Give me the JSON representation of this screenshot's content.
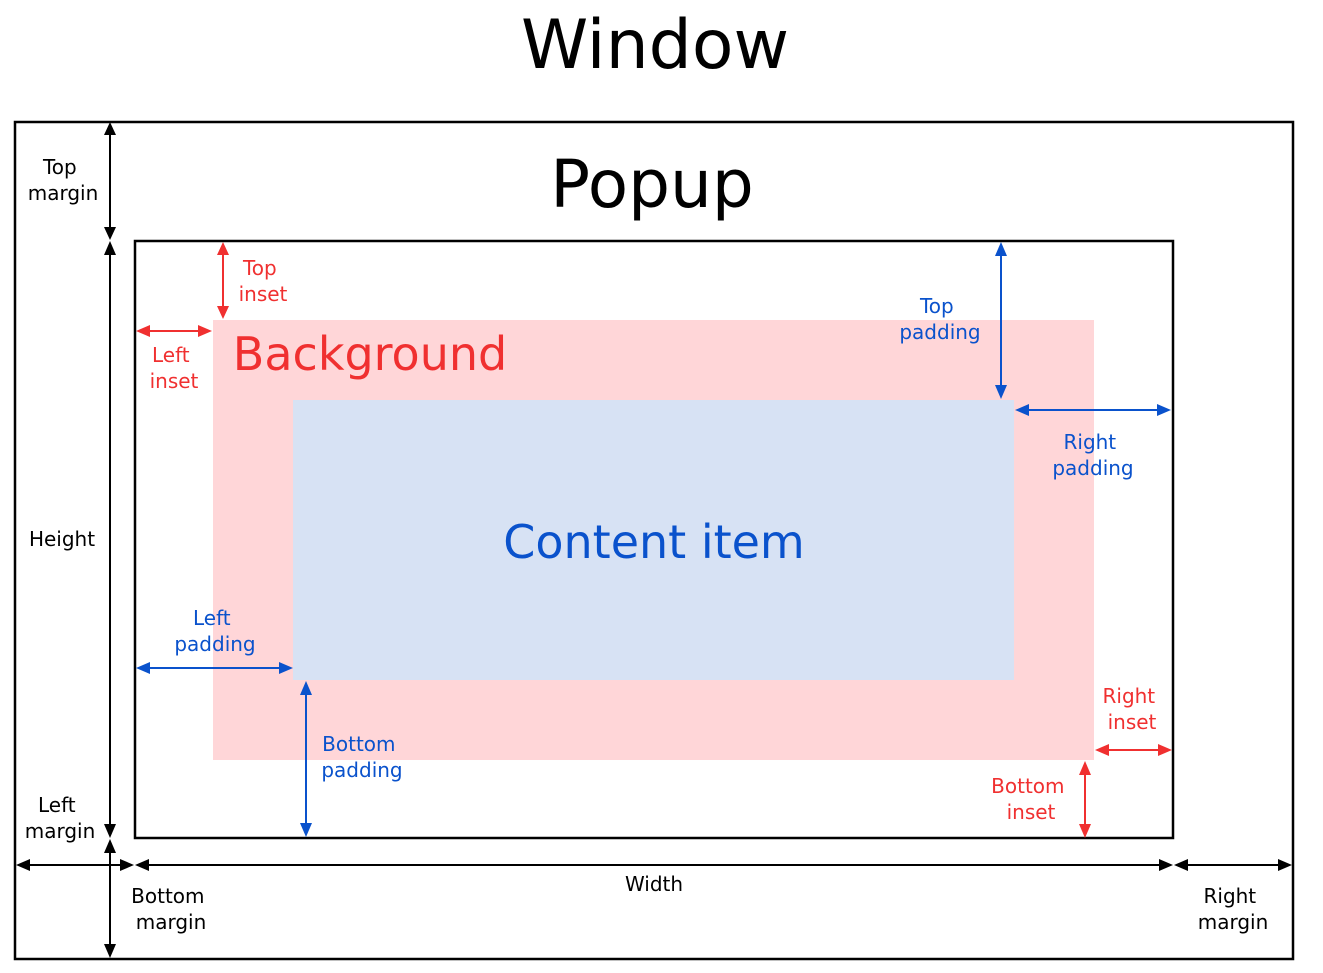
{
  "window": {
    "title": "Window"
  },
  "popup": {
    "title": "Popup"
  },
  "background": {
    "title": "Background"
  },
  "content": {
    "title": "Content item"
  },
  "labels": {
    "top_margin": [
      "Top",
      "margin"
    ],
    "left_margin": [
      "Left",
      "margin"
    ],
    "bottom_margin": [
      "Bottom",
      "margin"
    ],
    "right_margin": [
      "Right",
      "margin"
    ],
    "height": "Height",
    "width": "Width",
    "top_inset": [
      "Top",
      "inset"
    ],
    "left_inset": [
      "Left",
      "inset"
    ],
    "right_inset": [
      "Right",
      "inset"
    ],
    "bottom_inset": [
      "Bottom",
      "inset"
    ],
    "top_padding": [
      "Top",
      "padding"
    ],
    "left_padding": [
      "Left",
      "padding"
    ],
    "right_padding": [
      "Right",
      "padding"
    ],
    "bottom_padding": [
      "Bottom",
      "padding"
    ]
  },
  "colors": {
    "black": "#000000",
    "inset_red": "#f03030",
    "padding_blue": "#0a52cc",
    "background_fill": "#ffd6d8",
    "content_fill": "#d7e2f4"
  }
}
